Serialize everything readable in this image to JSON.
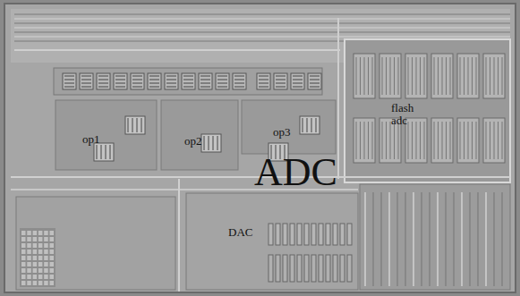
{
  "diagram": {
    "labels": [
      "op1",
      "op2",
      "op3",
      "flash adc",
      "ADC",
      "DAC"
    ]
  }
}
